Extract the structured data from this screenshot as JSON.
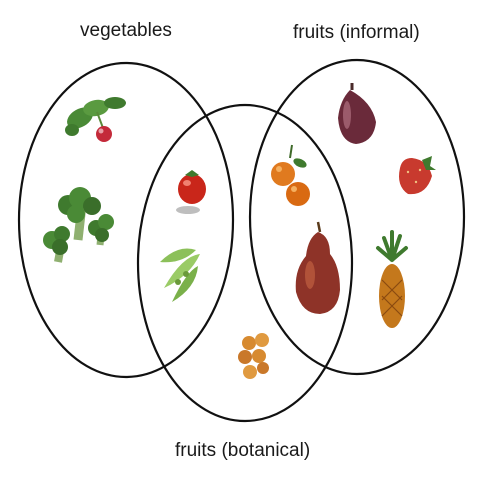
{
  "labels": {
    "vegetables": "vegetables",
    "fruits_informal": "fruits (informal)",
    "fruits_botanical": "fruits (botanical)"
  },
  "sets": [
    {
      "name": "vegetables",
      "items": [
        "radish-icon",
        "broccoli-icon",
        "tomato-icon",
        "pea-pod-icon"
      ]
    },
    {
      "name": "fruits (informal)",
      "items": [
        "fig-icon",
        "strawberry-icon",
        "orange-icon",
        "pear-icon",
        "pineapple-icon"
      ]
    },
    {
      "name": "fruits (botanical)",
      "items": [
        "tomato-icon",
        "pea-pod-icon",
        "orange-icon",
        "pear-icon",
        "nuts-icon"
      ]
    }
  ],
  "colors": {
    "outline": "#111111",
    "tomato": "#c9261a",
    "leaf": "#3f7a2e",
    "orange": "#e07a1f",
    "pear": "#8e3328",
    "fig": "#6a2a3a",
    "strawberry": "#c83a2e",
    "pineapple": "#c4781c",
    "nut": "#d78a30"
  }
}
